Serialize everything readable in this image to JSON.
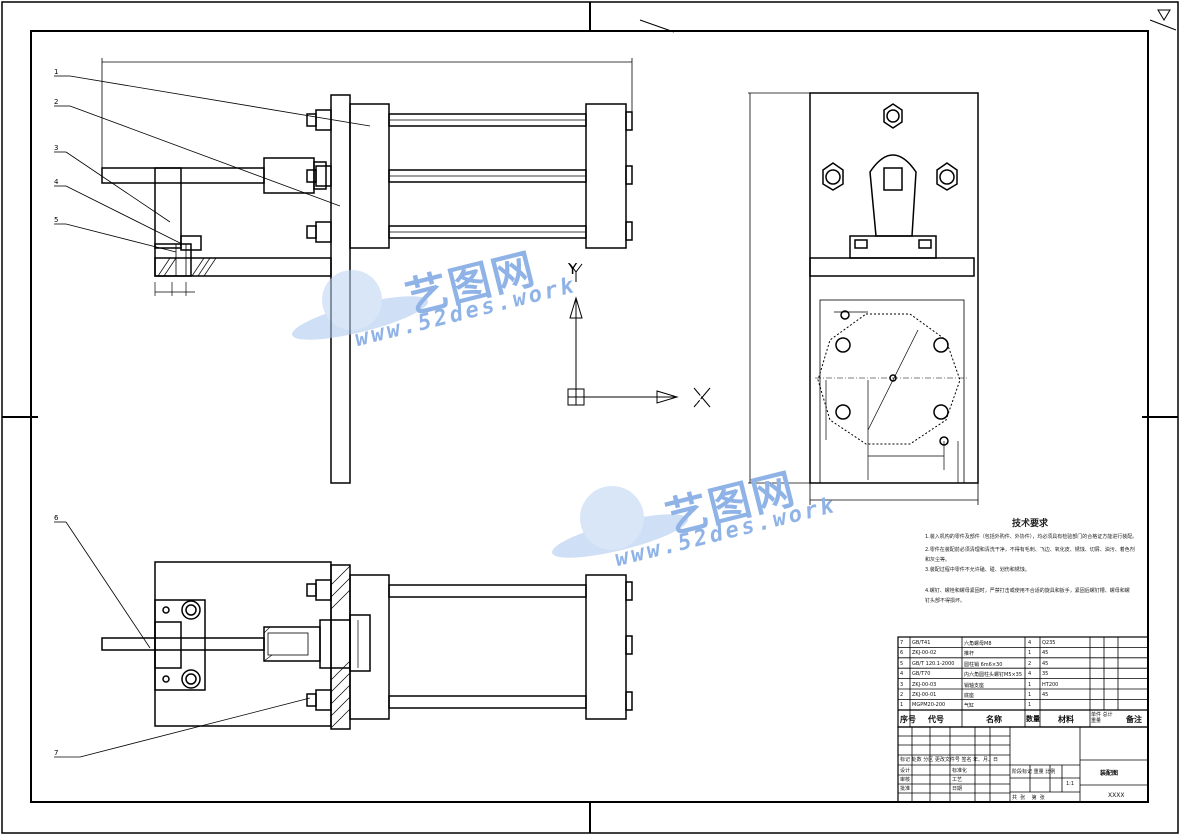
{
  "axes": {
    "x_label": "X",
    "y_label": "Y"
  },
  "part_labels": [
    "1",
    "2",
    "3",
    "4",
    "5",
    "6",
    "7"
  ],
  "watermark": {
    "name": "艺图网",
    "url": "www.52des.work"
  },
  "technical_requirements": {
    "title": "技术要求",
    "lines": [
      "1.装入机构的零件及部件（包括外购件、外协件），均必须具有检验部门的合格证方能进行装配。",
      "2.零件在装配前必须清理和清洗干净，不得有毛刺、飞边、氧化皮、锈蚀、切屑、油污、着色剂",
      "和灰尘等。",
      "3.装配过程中零件不允许磕、碰、划伤和锈蚀。",
      "4.螺钉、螺栓和螺母紧固时，严禁打击或使用不合适的旋具和扳手，紧固后螺钉槽、螺母和螺",
      "钉头部不得损坏。"
    ]
  },
  "bom": {
    "rows": [
      [
        "7",
        "GB/T41",
        "六角螺母M8",
        "4",
        "Q235",
        ""
      ],
      [
        "6",
        "ZKJ-00-02",
        "推杆",
        "1",
        "45",
        ""
      ],
      [
        "5",
        "GB/T 120.1-2000",
        "圆柱销 6m6×30",
        "2",
        "45",
        ""
      ],
      [
        "4",
        "GB/T70",
        "内六角圆柱头螺钉M5×35",
        "4",
        "35",
        ""
      ],
      [
        "3",
        "ZKJ-00-03",
        "销轴支座",
        "1",
        "HT200",
        ""
      ],
      [
        "2",
        "ZKJ-00-01",
        "底座",
        "1",
        "45",
        ""
      ],
      [
        "1",
        "MGPM20-200",
        "气缸",
        "1",
        "",
        ""
      ]
    ],
    "header": [
      "序号",
      "代号",
      "名称",
      "数量",
      "材料",
      "单件 总计 重量",
      "备注"
    ]
  },
  "title_block": {
    "designer_row": [
      "设计",
      "标准化"
    ],
    "check_row": [
      "审核",
      "工艺"
    ],
    "approve_row": [
      "批准",
      "日期"
    ],
    "marks_header": [
      "标记",
      "处数",
      "分区",
      "更改文件号",
      "签名",
      "年、月、日"
    ],
    "stage_header": [
      "阶段标记",
      "重量",
      "比例"
    ],
    "scale": "1:1",
    "sheet": [
      "共",
      "张",
      "第",
      "张"
    ],
    "drawing_name": "装配图",
    "company": "XXXX"
  }
}
